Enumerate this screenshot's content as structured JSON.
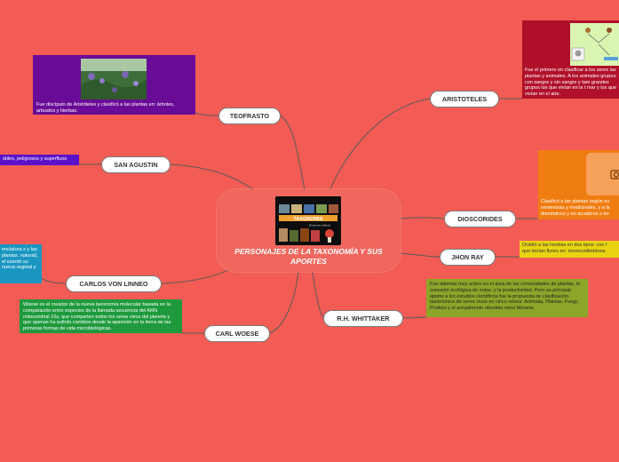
{
  "central": {
    "title": "PERSONAJES DE LA TAXONOMÍA Y SUS APORTES",
    "image_banner": "TAXONOMIA",
    "image_caption": "El arte de ordenar"
  },
  "branches": {
    "teofrasto": {
      "label": "TEOFRASTO",
      "note": "Fue discípulo de Aristóteles y clasificó a las plantas en: árboles, arbustos y hierbas.",
      "color": "#6a0b97"
    },
    "san_agustin": {
      "label": "SAN AGUSTIN",
      "note": "útiles, peligrosos y superfluos",
      "color": "#5a12c9"
    },
    "carlos_von_linneo": {
      "label": "CARLOS VON LINNEO",
      "note": "enclatura s y las plantas. natural), el esentó su nueva vegetal y",
      "color": "#1a97c1"
    },
    "carl_woese": {
      "label": "CARL WOESE",
      "note": "Woese es el creador de la nueva taxonomía molecular basada en la comparación entre especies de la llamada secuencia del ARN mitocondrial 16s, que comparten todos los seres vivos del planeta y que apenas ha sufrido cambios desde la aparición en la tierra de las primeras formas de vida microbiológicas.",
      "color": "#1e9a3c"
    },
    "aristoteles": {
      "label": "ARISTOTELES",
      "note": "Fue el primero en clasificar a los seres las plantas y animales. A los animales grupos: con sangre y sin sangre y tam grandes grupos los que vivían en la t mar y los que vivían en el aire.",
      "color": "#b0102a"
    },
    "dioscorides": {
      "label": "DIOSCORIDES",
      "note": "Clasificó a las plantas según su venenosas y medicinales, y a la domésticos y en acuáticos o ter",
      "color": "#f07d12"
    },
    "jhon_ray": {
      "label": "JHON RAY",
      "note": "Dividió a las hierbas en dos tipos: con f que tenían flores en: monocotiledónea",
      "color": "#e8d412"
    },
    "whittaker": {
      "label": "R.H. WHITTAKER",
      "note": "Fue además muy activo en el área de las comunidades de plantas, la sucesión ecológica de estas, y la productividad. Pero su principal aporte a los estudios científicos fue la propuesta de clasificación taxonómica de seres vivos en cinco reinos: Animalia, Plantae, Fungi, Protista y el actualmente obsoleto reino Monera.",
      "color": "#8ba629"
    }
  }
}
